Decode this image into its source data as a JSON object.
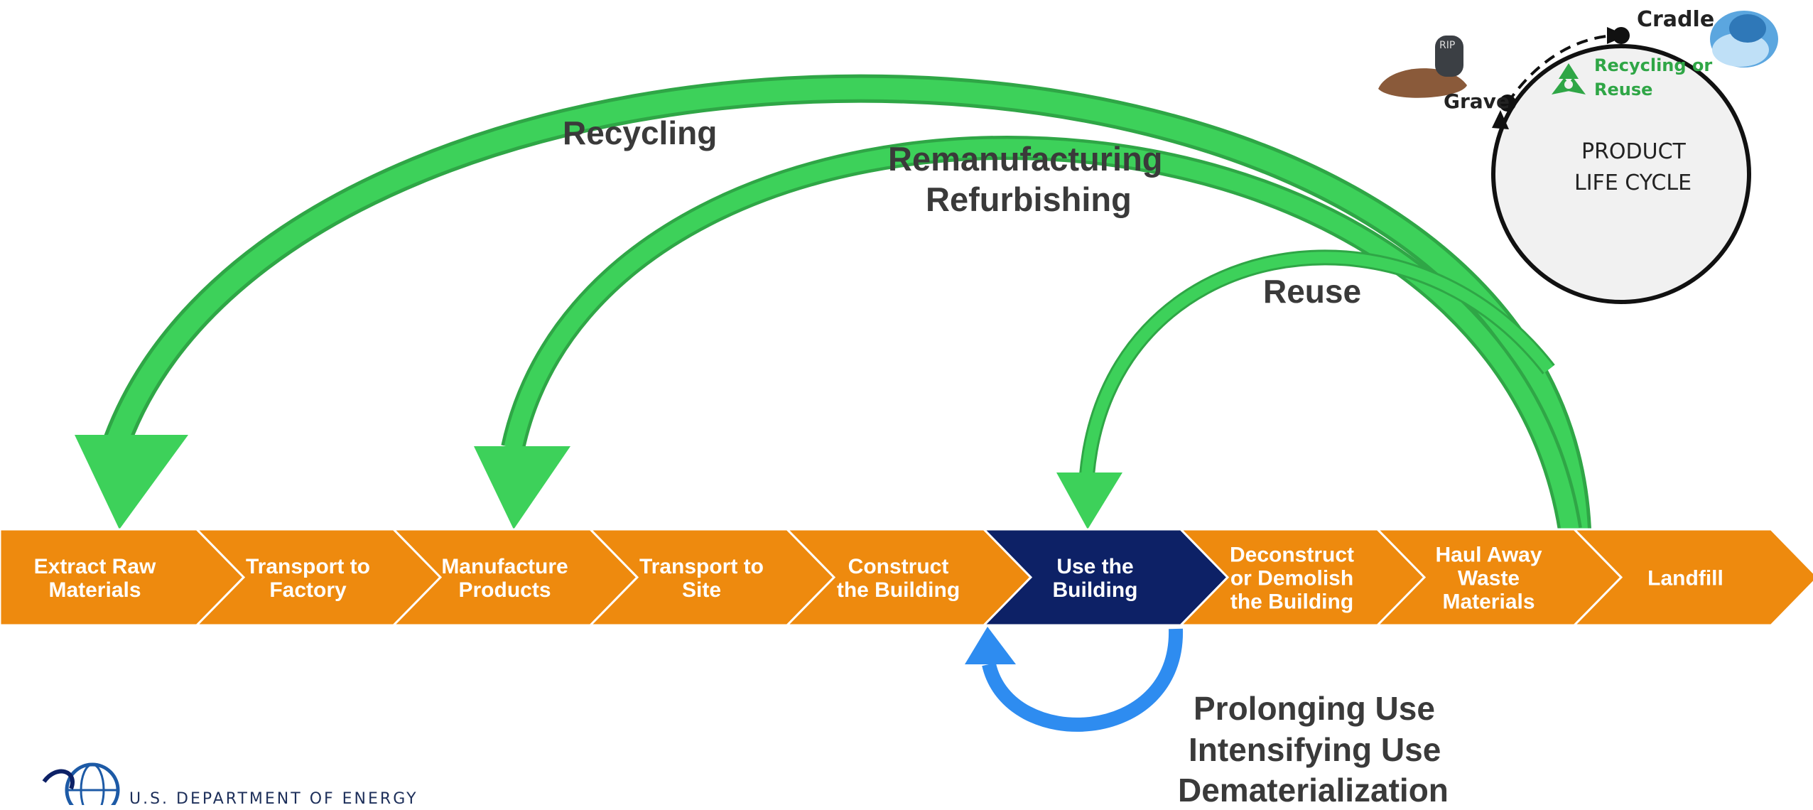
{
  "steps": [
    {
      "lines": [
        "Extract Raw",
        "Materials"
      ]
    },
    {
      "lines": [
        "Transport to",
        "Factory"
      ]
    },
    {
      "lines": [
        "Manufacture",
        "Products"
      ]
    },
    {
      "lines": [
        "Transport to",
        "Site"
      ]
    },
    {
      "lines": [
        "Construct",
        "the Building"
      ]
    },
    {
      "lines": [
        "Use the",
        "Building"
      ],
      "highlight": true
    },
    {
      "lines": [
        "Deconstruct",
        "or Demolish",
        "the Building"
      ]
    },
    {
      "lines": [
        "Haul Away",
        "Waste",
        "Materials"
      ]
    },
    {
      "lines": [
        "Landfill"
      ]
    }
  ],
  "loops": {
    "recycling": "Recycling",
    "remanufacturing": "Remanufacturing",
    "refurbishing": "Refurbishing",
    "reuse": "Reuse",
    "prolonging": "Prolonging Use",
    "intensifying": "Intensifying Use",
    "dematerialization": "Dematerialization"
  },
  "inset": {
    "cradle": "Cradle",
    "grave": "Grave",
    "recycling_or": "Recycling or",
    "reuse": "Reuse",
    "center_line1": "PRODUCT",
    "center_line2": "LIFE CYCLE",
    "tombstone_text": "RIP"
  },
  "footer": {
    "org": "U.S. DEPARTMENT OF ENERGY"
  },
  "colors": {
    "orange": "#EE8A0E",
    "navy": "#0D2166",
    "green": "#3DD15A",
    "green_dark": "#2FA646",
    "blue": "#2E8CF0",
    "text": "#3a3a3a"
  }
}
